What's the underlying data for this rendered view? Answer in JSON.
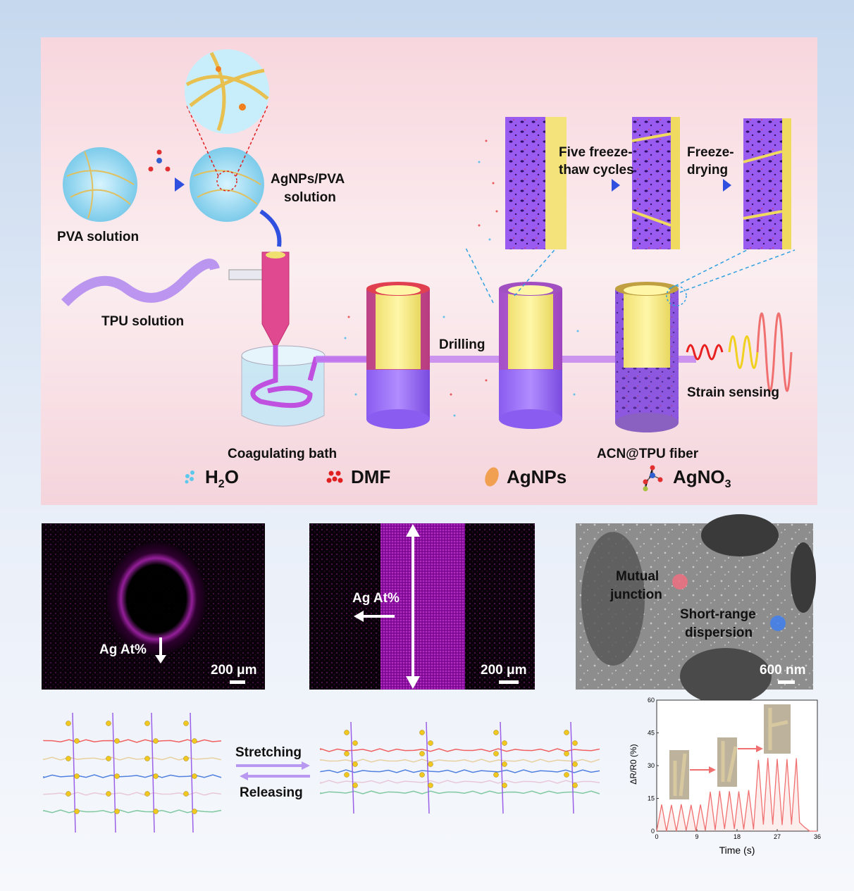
{
  "top": {
    "pva_solution": "PVA solution",
    "agnps_pva_line1": "AgNPs/PVA",
    "agnps_pva_line2": "solution",
    "tpu_solution": "TPU solution",
    "coagulating_bath": "Coagulating bath",
    "drilling": "Drilling",
    "five_freeze_line1": "Five freeze-",
    "five_freeze_line2": "thaw cycles",
    "freeze_drying_line1": "Freeze-",
    "freeze_drying_line2": "drying",
    "strain_sensing": "Strain sensing",
    "acn_fiber": "ACN@TPU fiber"
  },
  "legend": [
    {
      "label": "H",
      "sub": "2",
      "tail": "O",
      "icon": "water-drop-icon",
      "color": "#5cc8ec"
    },
    {
      "label": "DMF",
      "icon": "dmf-molecule-icon",
      "color": "#e02020"
    },
    {
      "label": "AgNPs",
      "icon": "silver-nanoparticle-icon",
      "color": "#f0a050"
    },
    {
      "label": "AgNO",
      "sub": "3",
      "icon": "agno3-molecule-icon",
      "color": "#3060d0"
    }
  ],
  "middle": {
    "panel1": {
      "label": "Ag At%",
      "scale": "200 μm"
    },
    "panel2": {
      "label": "Ag At%",
      "scale": "200 μm"
    },
    "panel3": {
      "mutual_line1": "Mutual",
      "mutual_line2": "junction",
      "short_line1": "Short-range",
      "short_line2": "dispersion",
      "scale": "600 nm"
    }
  },
  "bottom": {
    "stretching": "Stretching",
    "releasing": "Releasing"
  },
  "chart_data": {
    "type": "line",
    "xlabel": "Time (s)",
    "ylabel": "ΔR/R0 (%)",
    "xlim": [
      0,
      36
    ],
    "ylim": [
      0,
      60
    ],
    "xticks": [
      "0",
      "9",
      "18",
      "27",
      "36"
    ],
    "yticks": [
      "0",
      "15",
      "30",
      "45",
      "60"
    ],
    "peaks": [
      {
        "t": 1.1,
        "v": 12.2
      },
      {
        "t": 3.3,
        "v": 12
      },
      {
        "t": 5.5,
        "v": 12.3
      },
      {
        "t": 7.7,
        "v": 12
      },
      {
        "t": 9.8,
        "v": 12.2
      },
      {
        "t": 12.0,
        "v": 18
      },
      {
        "t": 14.1,
        "v": 18.4
      },
      {
        "t": 16.3,
        "v": 18.3
      },
      {
        "t": 18.4,
        "v": 18.2
      },
      {
        "t": 20.6,
        "v": 18.8
      },
      {
        "t": 22.8,
        "v": 32.6
      },
      {
        "t": 24.9,
        "v": 33.5
      },
      {
        "t": 27.0,
        "v": 33.1
      },
      {
        "t": 29.2,
        "v": 33.0
      },
      {
        "t": 31.3,
        "v": 33.4
      }
    ],
    "troughs": [
      {
        "t": 0,
        "v": 0
      },
      {
        "t": 2.2,
        "v": 0
      },
      {
        "t": 4.4,
        "v": 0
      },
      {
        "t": 6.6,
        "v": 0.3
      },
      {
        "t": 8.8,
        "v": 0
      },
      {
        "t": 10.9,
        "v": 0.3
      },
      {
        "t": 13.1,
        "v": 0.5
      },
      {
        "t": 15.2,
        "v": 1
      },
      {
        "t": 17.4,
        "v": 1
      },
      {
        "t": 19.5,
        "v": 0.8
      },
      {
        "t": 21.7,
        "v": 0.8
      },
      {
        "t": 23.9,
        "v": 3
      },
      {
        "t": 26.0,
        "v": 3
      },
      {
        "t": 28.1,
        "v": 2.8
      },
      {
        "t": 30.2,
        "v": 3
      },
      {
        "t": 32.0,
        "v": 4
      }
    ],
    "tail": [
      {
        "t": 33,
        "v": 2
      },
      {
        "t": 34.3,
        "v": 0
      },
      {
        "t": 36,
        "v": 0
      }
    ],
    "color": "#f07070"
  }
}
